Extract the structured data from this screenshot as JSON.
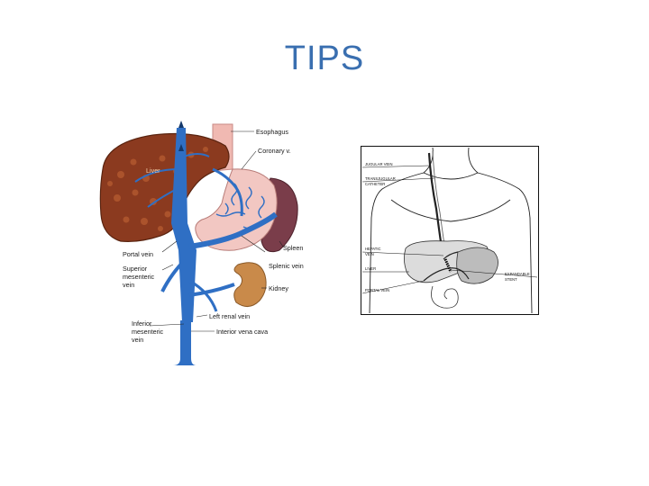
{
  "slide": {
    "title": "TIPS"
  },
  "anatomy_figure": {
    "labels": {
      "esophagus": "Esophagus",
      "coronary": "Coronary v.",
      "liver": "Liver",
      "spleen": "Spleen",
      "portal": "Portal vein",
      "splenic": "Splenic vein",
      "smv_line1": "Superior",
      "smv_line2": "mesenteric",
      "smv_line3": "vein",
      "kidney": "Kidney",
      "renal": "Left renal vein",
      "imv_line1": "Inferior",
      "imv_line2": "mesenteric",
      "imv_line3": "vein",
      "ivc": "Interior  vena cava"
    },
    "colors": {
      "vein": "#2f6fc4",
      "liver": "#8b3a1f",
      "stomach": "#f2c7c2",
      "spleen": "#7a3d4a",
      "kidney": "#c98a4a"
    }
  },
  "tips_figure": {
    "labels": {
      "jugular": "JUGULAR VEIN",
      "catheter_line1": "TRANSJUGULAR",
      "catheter_line2": "CATHETER",
      "hepatic_line1": "HEPATIC",
      "hepatic_line2": "VEIN",
      "liver": "LIVER",
      "portal": "PORTAL VEIN",
      "stent_line1": "EXPANDABLE",
      "stent_line2": "STENT"
    }
  }
}
